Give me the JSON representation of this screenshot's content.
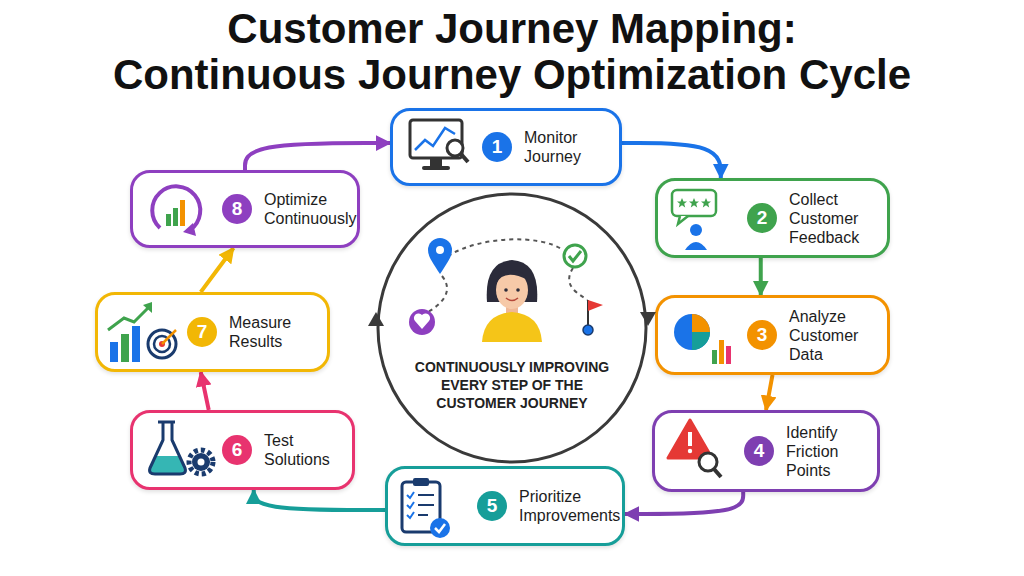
{
  "diagram": {
    "title": "Customer Journey Mapping: Continuous Journey Optimization Cycle",
    "nodes": [
      {
        "text": [
          "1",
          "Monitor Journey"
        ]
      },
      {
        "text": [
          "2",
          "Collect Customer Feedback"
        ]
      },
      {
        "text": [
          "3",
          "Analyze Customer Data"
        ]
      },
      {
        "text": [
          "4",
          "Identify Friction Points"
        ]
      },
      {
        "text": [
          "5",
          "Prioritize Improvements"
        ]
      },
      {
        "text": [
          "6",
          "Test Solutions"
        ]
      },
      {
        "text": [
          "7",
          "Measure Results"
        ]
      },
      {
        "text": [
          "8",
          "Optimize Continuously"
        ]
      },
      {
        "text": [
          "CONTINUOUSLY IMPROVING EVERY STEP OF THE CUSTOMER JOURNEY"
        ]
      }
    ],
    "edges": [
      {
        "from": 0,
        "to": 1,
        "arrow": "to"
      },
      {
        "from": 1,
        "to": 2,
        "arrow": "to"
      },
      {
        "from": 2,
        "to": 3,
        "arrow": "to"
      },
      {
        "from": 3,
        "to": 4,
        "arrow": "to"
      },
      {
        "from": 4,
        "to": 5,
        "arrow": "to"
      },
      {
        "from": 5,
        "to": 6,
        "arrow": "to"
      },
      {
        "from": 6,
        "to": 7,
        "arrow": "to"
      },
      {
        "from": 7,
        "to": 0,
        "arrow": "to"
      }
    ]
  }
}
